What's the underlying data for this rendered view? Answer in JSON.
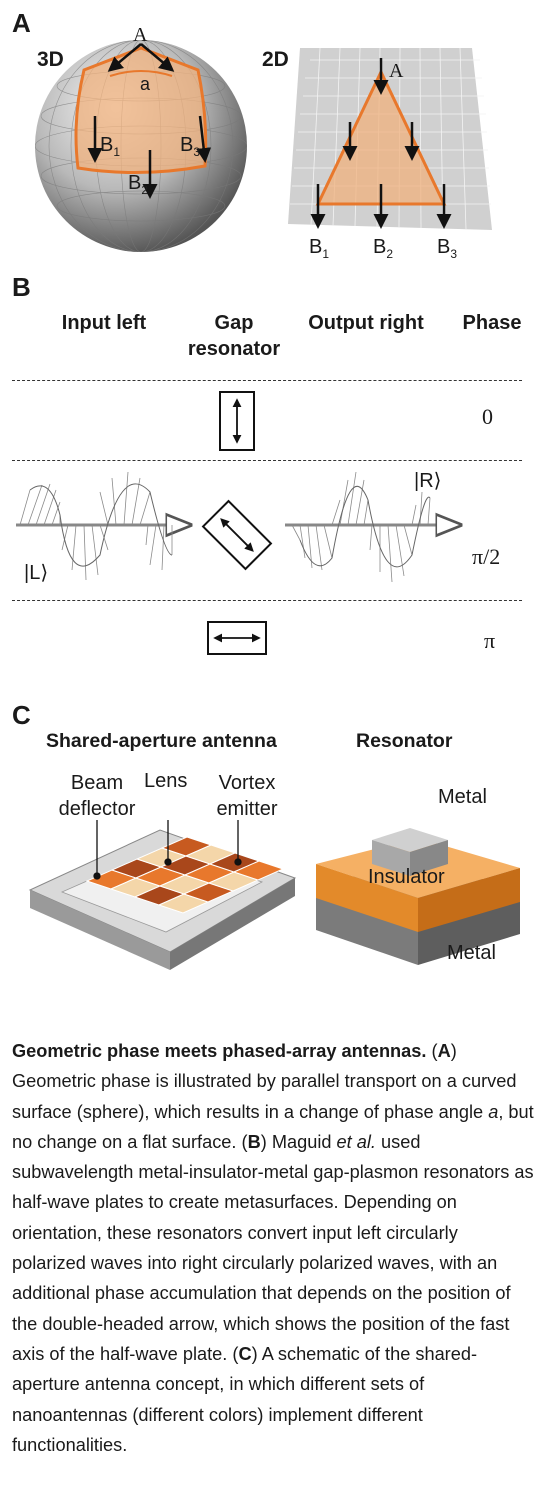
{
  "panelA": {
    "letter": "A",
    "sphere_title": "3D",
    "flat_title": "2D",
    "sphere_labels": {
      "top": "A",
      "angle": "a",
      "b1": "B",
      "b1_sub": "1",
      "b2": "B",
      "b2_sub": "2",
      "b3": "B",
      "b3_sub": "3"
    },
    "flat_labels": {
      "top": "A",
      "b1": "B",
      "b1_sub": "1",
      "b2": "B",
      "b2_sub": "2",
      "b3": "B",
      "b3_sub": "3"
    }
  },
  "panelB": {
    "letter": "B",
    "columns": {
      "input": "Input left",
      "gap_line1": "Gap",
      "gap_line2": "resonator",
      "output": "Output right",
      "phase": "Phase"
    },
    "rows": [
      {
        "phase": "0"
      },
      {
        "phase": "π/2",
        "left_state": "|L⟩",
        "right_state": "|R⟩"
      },
      {
        "phase": "π"
      }
    ]
  },
  "panelC": {
    "letter": "C",
    "antenna_title": "Shared-aperture antenna",
    "resonator_title": "Resonator",
    "labels": {
      "beam_line1": "Beam",
      "beam_line2": "deflector",
      "lens": "Lens",
      "vortex_line1": "Vortex",
      "vortex_line2": "emitter",
      "metal_top": "Metal",
      "insulator": "Insulator",
      "metal_bottom": "Metal"
    }
  },
  "caption": {
    "title": "Geometric phase meets phased-array antennas.",
    "seg1": " (",
    "a": "A",
    "seg2": ") Geometric phase is illustrated by parallel transport on a curved surface (sphere), which results in a change of phase angle ",
    "a_italic": "a",
    "seg3": ", but no change on a flat surface. (",
    "b": "B",
    "seg4": ") Maguid ",
    "etal": "et al.",
    "seg5": " used subwavelength metal-insulator-metal gap-plasmon resonators as half-wave plates to create metasurfaces. Depending on orientation, these resonators convert input left circularly polarized waves into right circularly polarized waves, with an additional phase accumulation that depends on the position of the double-headed arrow, which shows the position of the fast axis of the half-wave plate. (",
    "c": "C",
    "seg6": ") A schematic of the shared-aperture antenna concept, in which different sets of nanoantennas (different colors) implement different functionalities."
  }
}
